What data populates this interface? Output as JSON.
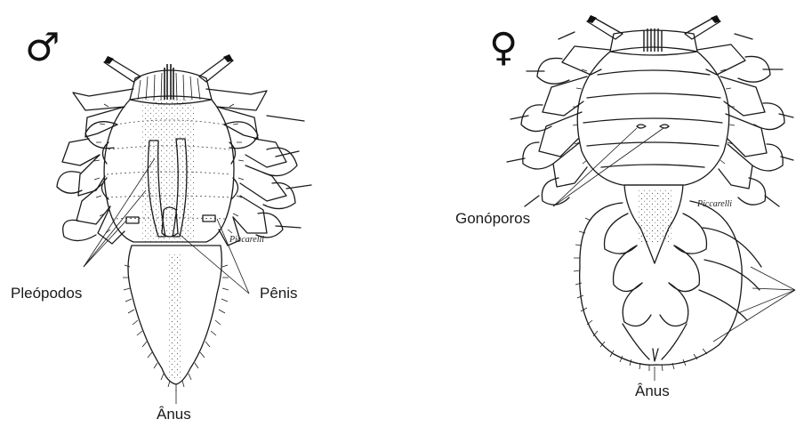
{
  "male": {
    "symbol": "♂",
    "labels": {
      "pleopods": "Pleópodos",
      "penis": "Pênis",
      "anus": "Ânus"
    },
    "signature": "Piccarelli"
  },
  "female": {
    "symbol": "♀",
    "labels": {
      "gonopores": "Gonóporos",
      "anus": "Ânus"
    },
    "signature": "Piccarelli"
  }
}
